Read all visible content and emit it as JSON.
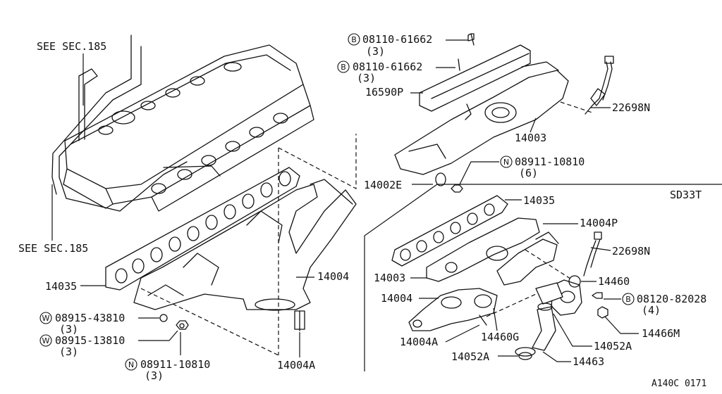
{
  "refs": {
    "see_sec_top": "SEE SEC.185",
    "see_sec_bottom": "SEE SEC.185"
  },
  "section_label": "SD33T",
  "figure_code": "A140C 0171",
  "symbols": {
    "bolt": "B",
    "nut": "N",
    "washer": "W"
  },
  "parts": {
    "bolt_08110_61662_a": {
      "num": "08110-61662",
      "qty": "(3)"
    },
    "bolt_08110_61662_b": {
      "num": "08110-61662",
      "qty": "(3)"
    },
    "p16590P": "16590P",
    "p22698N_top": "22698N",
    "p14003_top": "14003",
    "nut_08911_10810_top": {
      "num": "08911-10810",
      "qty": "(6)"
    },
    "p14002E": "14002E",
    "p14035_left": "14035",
    "p14004_left": "14004",
    "washer_08915_43810": {
      "num": "08915-43810",
      "qty": "(3)"
    },
    "washer_08915_13810": {
      "num": "08915-13810",
      "qty": "(3)"
    },
    "nut_08911_10810_bottom": {
      "num": "08911-10810",
      "qty": "(3)"
    },
    "p14004A_left": "14004A",
    "p14035_right": "14035",
    "p14004P": "14004P",
    "p22698N_right": "22698N",
    "p14003_right": "14003",
    "p14460": "14460",
    "bolt_08120_82028": {
      "num": "08120-82028",
      "qty": "(4)"
    },
    "p14004_right": "14004",
    "p14466M": "14466M",
    "p14460G": "14460G",
    "p14004A_right": "14004A",
    "p14052A_a": "14052A",
    "p14052A_b": "14052A",
    "p14463": "14463"
  }
}
